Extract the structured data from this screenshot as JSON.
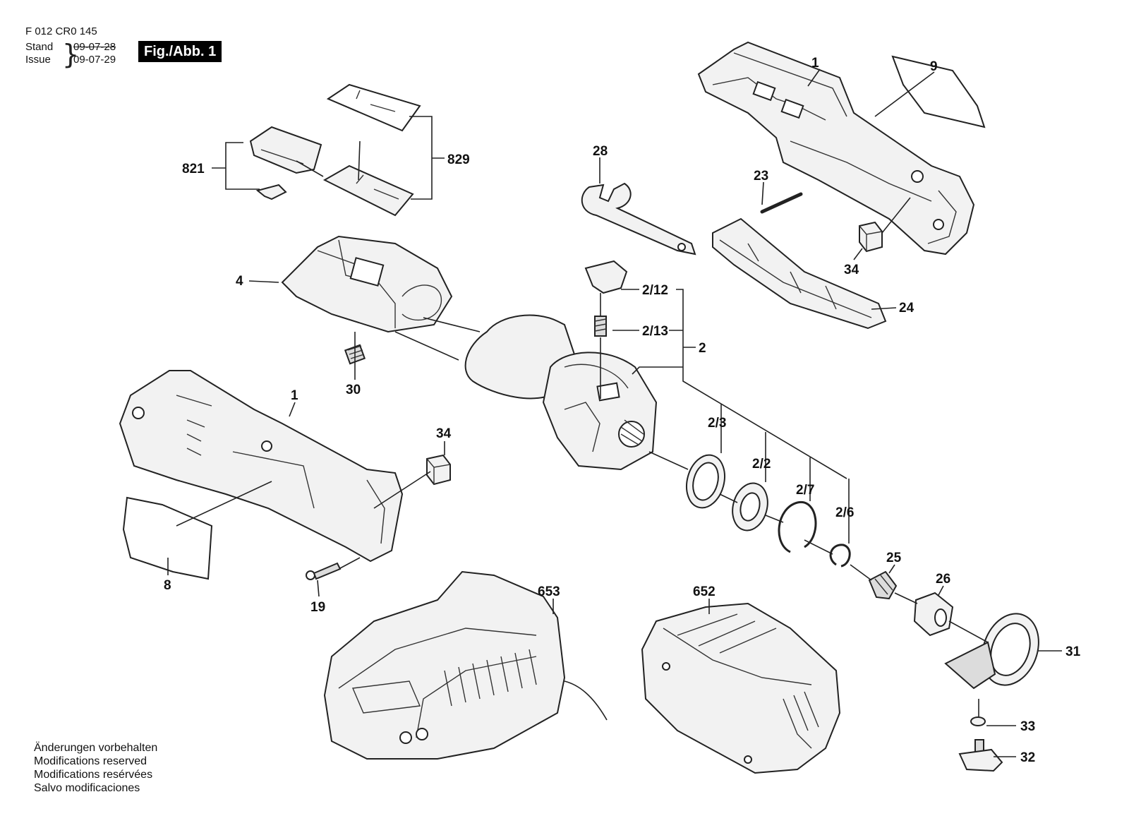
{
  "header": {
    "doc_number": "F 012 CR0 145",
    "stand_label": "Stand",
    "stand_date": "09-07-28",
    "issue_label": "Issue",
    "issue_date": "09-07-29",
    "figure_label": "Fig./Abb. 1"
  },
  "notes": [
    "Änderungen vorbehalten",
    "Modifications reserved",
    "Modifications resérvées",
    "Salvo modificaciones"
  ],
  "parts": {
    "p1_top": "1",
    "p9": "9",
    "p28": "28",
    "p23": "23",
    "p34_top": "34",
    "p24": "24",
    "p821": "821",
    "p829": "829",
    "p4": "4",
    "p30": "30",
    "p2_12": "2/12",
    "p2_13": "2/13",
    "p2": "2",
    "p1_left": "1",
    "p34_left": "34",
    "p8": "8",
    "p19": "19",
    "p2_3": "2/3",
    "p2_2": "2/2",
    "p2_7": "2/7",
    "p2_6": "2/6",
    "p25": "25",
    "p26": "26",
    "p31": "31",
    "p33": "33",
    "p32": "32",
    "p653": "653",
    "p652": "652"
  }
}
